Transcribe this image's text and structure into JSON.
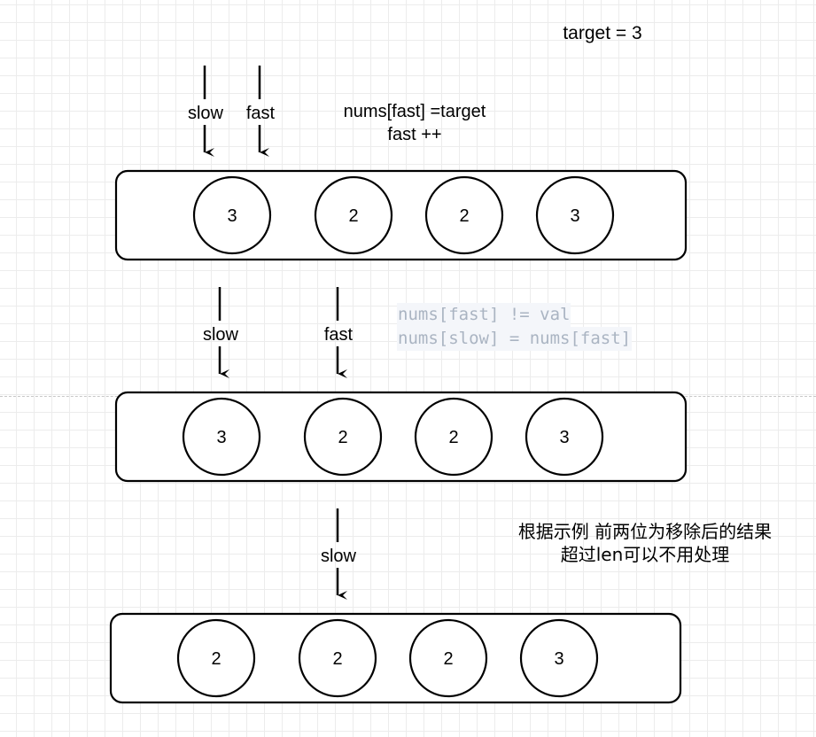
{
  "target_label": "target = 3",
  "step1": {
    "pointers": {
      "slow": "slow",
      "fast": "fast"
    },
    "note_line1": "nums[fast] =target",
    "note_line2": "fast ++",
    "array": [
      "3",
      "2",
      "2",
      "3"
    ]
  },
  "step2": {
    "pointers": {
      "slow": "slow",
      "fast": "fast"
    },
    "code_line1": "nums[fast] != val",
    "code_line2": "nums[slow] = nums[fast]",
    "array": [
      "3",
      "2",
      "2",
      "3"
    ]
  },
  "step3": {
    "pointers": {
      "slow": "slow"
    },
    "note_line1": "根据示例 前两位为移除后的结果",
    "note_line2": "超过len可以不用处理",
    "array": [
      "2",
      "2",
      "2",
      "3"
    ]
  }
}
